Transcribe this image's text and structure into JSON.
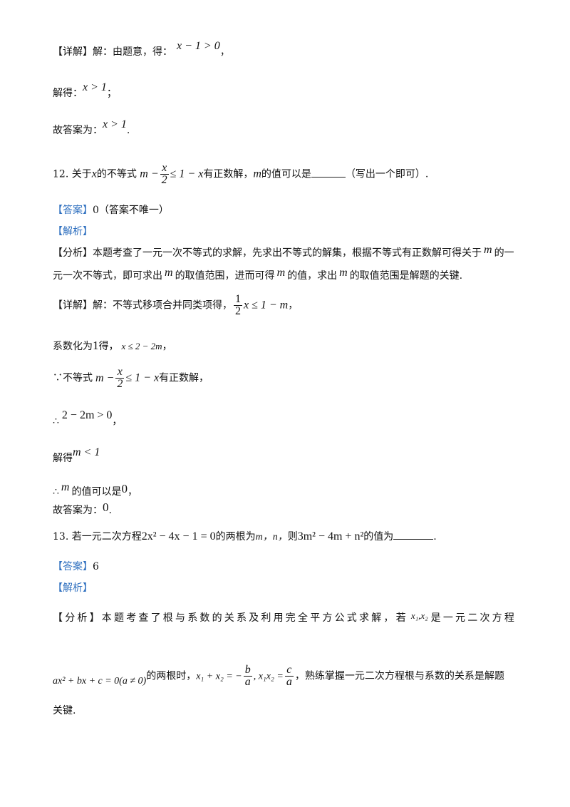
{
  "q11": {
    "detail_prefix": "【详解】解：由题意，得：",
    "expr1": "x − 1 > 0",
    "comma": "，",
    "solve_label": "解得：",
    "expr2": "x > 1",
    "semicolon": "；",
    "answer_label": "故答案为：",
    "expr3": "x > 1",
    "period": "."
  },
  "q12": {
    "number": "12.",
    "text_a": "关于",
    "var_x": "x",
    "text_b": "的不等式",
    "ineq_m": "m −",
    "frac_num": "x",
    "frac_den": "2",
    "ineq_rest": "≤ 1 − x",
    "text_c": "有正数解，",
    "var_m": "m",
    "text_d": "的值可以是",
    "text_e": "（写出一个即可）.",
    "answer_tag": "【答案】",
    "answer_value": "0（答案不唯一）",
    "analysis_tag": "【解析】",
    "fenxi_a": "【分析】本题考查了一元一次不等式的求解，先求出不等式的解集，根据不等式有正数解可得关于",
    "fenxi_m": "m",
    "fenxi_b": "的一",
    "fenxi2_a": "元一次不等式，即可求出",
    "fenxi2_b": "的取值范围，进而可得",
    "fenxi2_c": "的值，求出",
    "fenxi2_d": "的取值范围是解题的关键.",
    "detail_prefix": "【详解】解：不等式移项合并同类项得，",
    "detail_frac_num": "1",
    "detail_frac_den": "2",
    "detail_expr": "x ≤ 1 − m",
    "step2_prefix": "系数化为",
    "step2_one": "1",
    "step2_text": "得，",
    "step2_expr": "x ≤ 2 − 2m",
    "because": "∵不等式",
    "because_tail": "有正数解，",
    "therefore1": "∴",
    "therefore1_expr": "2 − 2m > 0",
    "solve_label": "解得",
    "solve_expr": "m < 1",
    "therefore2": "∴",
    "therefore2_tail": "的值可以是",
    "zero": "0",
    "answer_label": "故答案为：",
    "answer_zero": "0"
  },
  "q13": {
    "number": "13.",
    "text_a": "若一元二次方程",
    "equation": "2x² − 4x − 1 = 0",
    "text_b": "的两根为",
    "vars": "m，n，",
    "text_c": "则",
    "expr": "3m² − 4m + n²",
    "text_d": "的值为",
    "period": ".",
    "answer_tag": "【答案】",
    "answer_value": "6",
    "analysis_tag": "【解析】",
    "fenxi": "【分析】本题考查了根与系数的关系及利用完全平方公式求解，若",
    "roots": "x₁,x₂",
    "fenxi_tail": "是一元二次方程",
    "general_eq": "ax² + bx + c = 0(a ≠ 0)",
    "text_e": "的两根时，",
    "vieta_sum": "x₁ + x₂ = −",
    "frac_b": "b",
    "frac_a": "a",
    "vieta_prod": ", x₁x₂ =",
    "frac_c": "c",
    "frac_a2": "a",
    "text_f": "，熟练掌握一元二次方程根与系数的关系是解题",
    "text_g": "关键."
  }
}
